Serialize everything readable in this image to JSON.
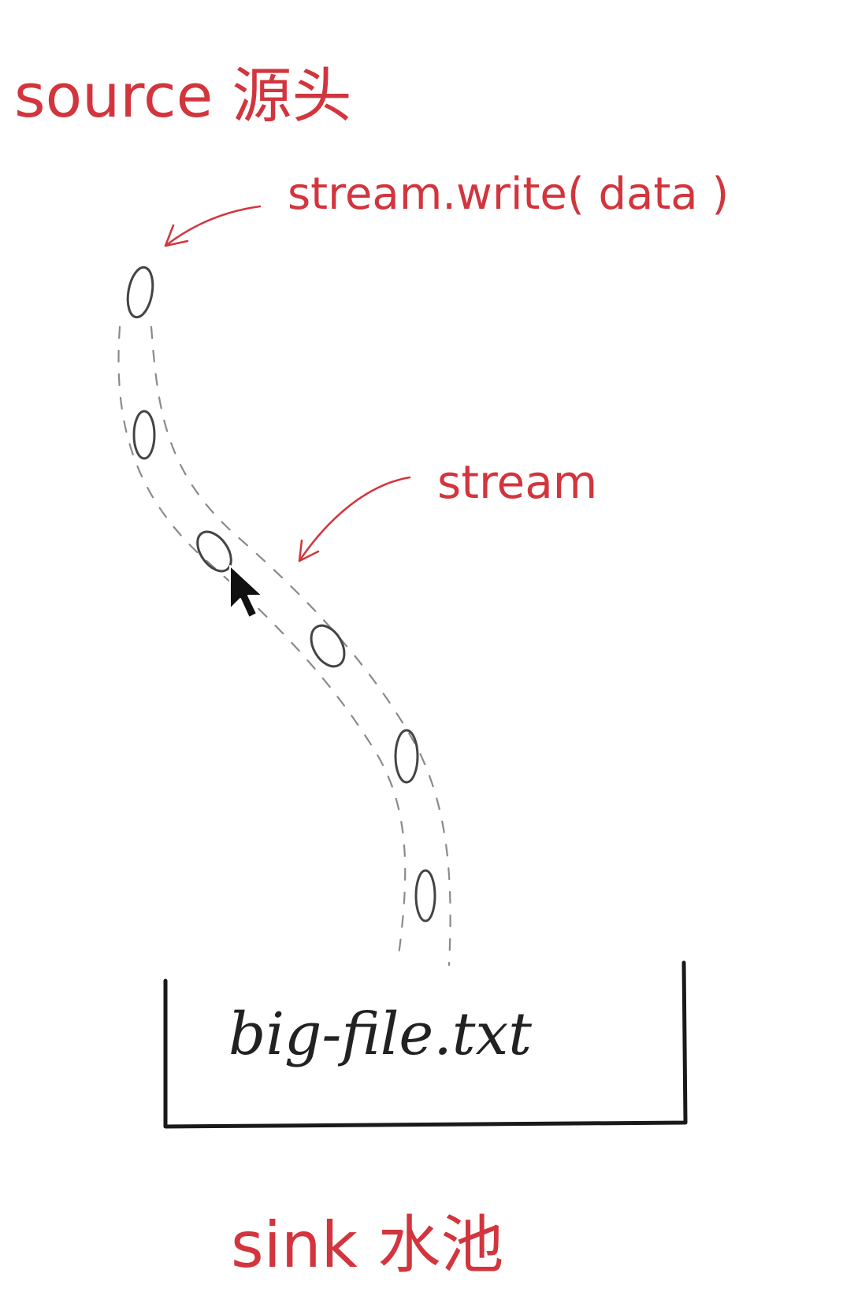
{
  "source": {
    "label": "source 源头"
  },
  "write_call": {
    "label": "stream.write( data )"
  },
  "stream": {
    "label": "stream"
  },
  "file": {
    "label": "big-file.txt"
  },
  "sink": {
    "label": "sink 水池"
  },
  "colors": {
    "annotation": "#d2353d",
    "ink": "#222222",
    "pipe": "#8a8a8a",
    "background": "#ffffff"
  },
  "icons": {
    "cursor": "mouse-pointer-icon"
  }
}
